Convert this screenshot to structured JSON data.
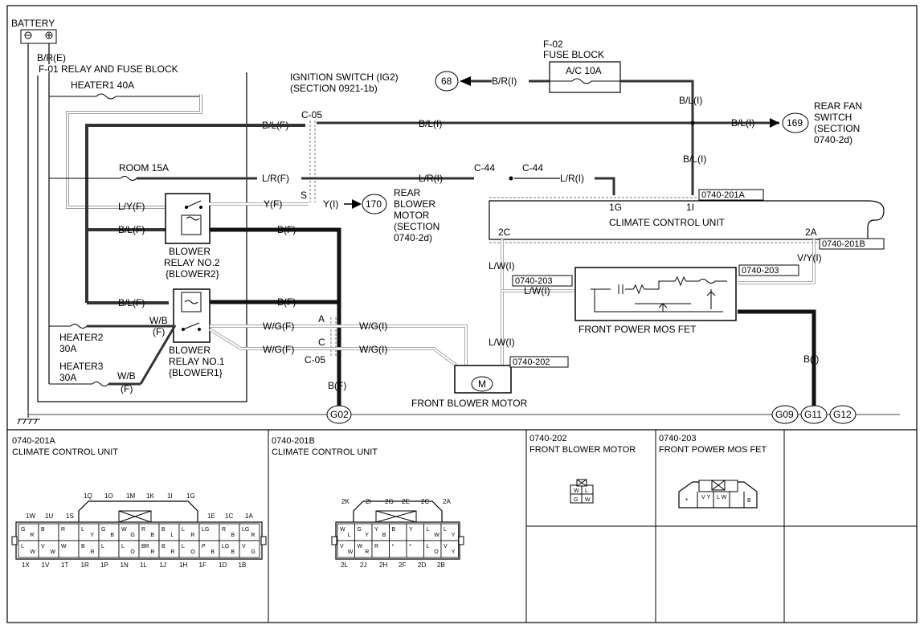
{
  "battery": {
    "label": "BATTERY",
    "wire": "B/R(E)"
  },
  "relay_fuse_block": {
    "label": "F-01  RELAY AND FUSE BLOCK",
    "fuses": {
      "heater1": "HEATER1 40A",
      "room": "ROOM 15A",
      "heater2_a": "HEATER2",
      "heater2_b": "30A",
      "heater3_a": "HEATER3",
      "heater3_b": "30A"
    },
    "wires": {
      "bl1": "B/L(F)",
      "lr": "L/R(F)",
      "ly": "L/Y(F)",
      "bl2": "B/L(F)",
      "bl3": "B/L(F)",
      "wb_a": "W/B",
      "wb_b": "(F)",
      "wb2_a": "W/B",
      "wb2_b": "(F)"
    },
    "relay2": [
      "BLOWER",
      "RELAY NO.2",
      "{BLOWER2}"
    ],
    "relay1": [
      "BLOWER",
      "RELAY NO.1",
      "{BLOWER1}"
    ]
  },
  "ignition": {
    "line1": "IGNITION SWITCH (IG2)",
    "line2": "(SECTION 0921-1b)",
    "circle": "68",
    "wire": "B/R(I)"
  },
  "fuse_block": {
    "line1": "F-02",
    "line2": "FUSE BLOCK",
    "fuse": "A/C 10A"
  },
  "connectors": {
    "c05": "C-05",
    "c05b": "C-05",
    "c44a": "C-44",
    "c44b": "C-44",
    "s": "S",
    "a": "A",
    "c": "C",
    "w201a": "0740-201A",
    "w201b": "0740-201B",
    "w203a": "0740-203",
    "w203b": "0740-203",
    "w202": "0740-202"
  },
  "wires": {
    "bl_i_main": "B/L(I)",
    "bl_i_to_fan": "B/L(I)",
    "bl_i_v1": "B/L(I)",
    "bl_i_v2": "B/L(I)",
    "yf": "Y(F)",
    "yi": "Y(I)",
    "lr_i": "L/R(I)",
    "lr_i2": "L/R(I)",
    "bf1": "B(F)",
    "bf2": "B(F)",
    "bf3": "B(F)",
    "wg_f1": "W/G(F)",
    "wg_f2": "W/G(F)",
    "wg_i1": "W/G(I)",
    "wg_i2": "W/G(I)",
    "lw1": "L/W(I)",
    "lw2": "L/W(I)",
    "lw3": "L/W(I)",
    "vy": "V/Y(I)",
    "bi": "B(I)"
  },
  "rear_fan_switch": {
    "circle": "169",
    "lines": [
      "REAR FAN",
      "SWITCH",
      "(SECTION",
      "0740-2d)"
    ]
  },
  "rear_blower": {
    "circle": "170",
    "lines": [
      "REAR",
      "BLOWER",
      "MOTOR",
      "(SECTION",
      "0740-2d)"
    ]
  },
  "climate_unit": {
    "label": "CLIMATE CONTROL UNIT",
    "pins": {
      "p1g": "1G",
      "p1i": "1I",
      "p2c": "2C",
      "p2a": "2A"
    }
  },
  "front_blower_motor": {
    "label": "FRONT BLOWER MOTOR",
    "symbol": "M"
  },
  "mos_fet": {
    "label": "FRONT POWER MOS FET"
  },
  "grounds": [
    "G02",
    "G09",
    "G11",
    "G12"
  ],
  "panels": {
    "p1": {
      "code": "0740-201A",
      "name": "CLIMATE CONTROL UNIT",
      "top_labels": [
        "1Q",
        "1O",
        "1M",
        "1K",
        "1I",
        "1G"
      ],
      "left_labels": [
        "1W",
        "1U",
        "1S"
      ],
      "right_labels": [
        "1E",
        "1C",
        "1A"
      ],
      "bottom_labels": [
        "1X",
        "1V",
        "1T",
        "1R",
        "1P",
        "1N",
        "1L",
        "1J",
        "1H",
        "1F",
        "1D",
        "1B"
      ],
      "row1": [
        "G R",
        "B",
        "R",
        "L Y",
        "G B",
        "W G",
        "R B",
        "B L",
        "L R",
        "LG",
        "R B",
        "LG R"
      ],
      "row2": [
        "L W",
        "V W",
        "W",
        "B R",
        "L",
        "L O",
        "BR R",
        "B R",
        "L O",
        "P B",
        "LG B",
        "V G"
      ]
    },
    "p2": {
      "code": "0740-201B",
      "name": "CLIMATE CONTROL UNIT",
      "top_labels": [
        "2K",
        "2I",
        "2G",
        "2E",
        "2C",
        "2A"
      ],
      "bottom_labels": [
        "2L",
        "2J",
        "2H",
        "2F",
        "2D",
        "2B"
      ],
      "row1": [
        "W L",
        "G Y",
        "Y B",
        "B",
        "Y",
        "L W",
        "L Y"
      ],
      "row2": [
        "V W",
        "W R",
        "R",
        "*",
        "*",
        "L O",
        "V Y"
      ]
    },
    "p3": {
      "code": "0740-202",
      "name": "FRONT BLOWER MOTOR",
      "pins": [
        "W",
        "L",
        "G",
        "W"
      ]
    },
    "p4": {
      "code": "0740-203",
      "name": "FRONT POWER MOS FET",
      "pins": [
        "*",
        "V Y",
        "L W",
        "B"
      ]
    }
  }
}
